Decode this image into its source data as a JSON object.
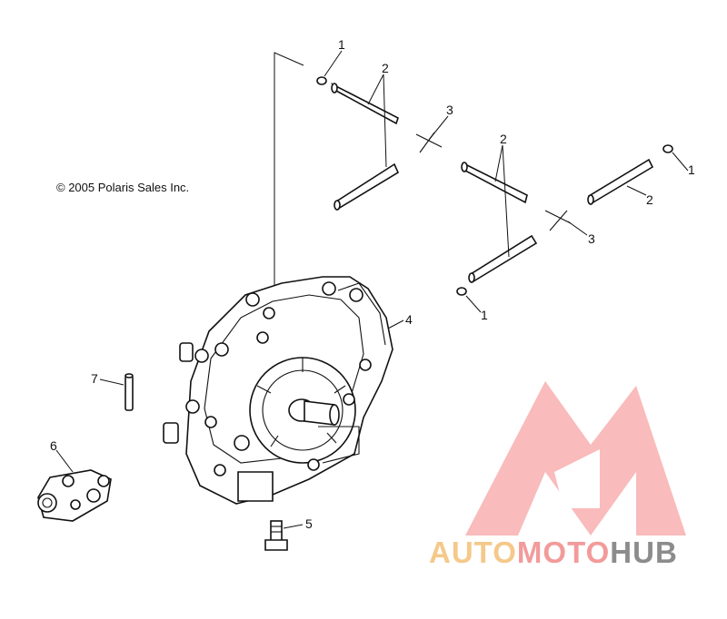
{
  "copyright": "© 2005 Polaris Sales Inc.",
  "callouts": [
    "1",
    "2",
    "3",
    "2",
    "1",
    "3",
    "2",
    "1",
    "4",
    "7",
    "6",
    "5"
  ],
  "watermark": {
    "part1": "AUTO",
    "part2": "MOTO",
    "part3": "HUB",
    "colors": {
      "auto": "#f5c98a",
      "moto": "#f39a9a",
      "hub": "#8c8c8c",
      "logo": "#f7a0a0"
    }
  }
}
